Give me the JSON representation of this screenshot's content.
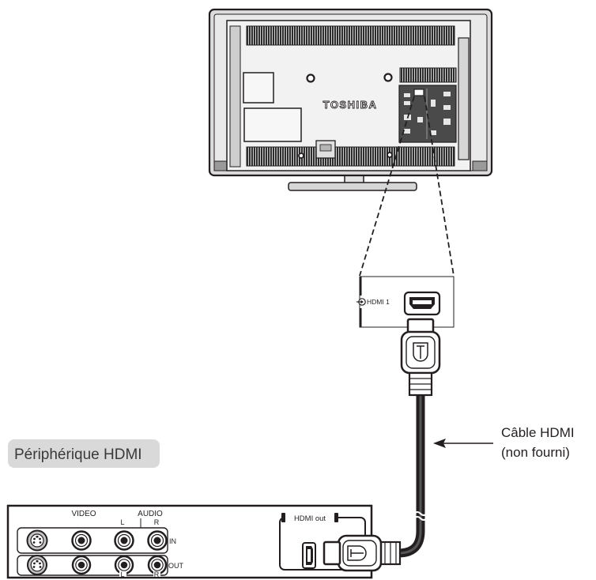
{
  "tv": {
    "brand": "TOSHIBA"
  },
  "port_callout": {
    "port_label": "HDMI 1",
    "icon": "input-icon"
  },
  "cable": {
    "label_line1": "Câble HDMI",
    "label_line2": "(non fourni)"
  },
  "device": {
    "title": "Périphérique HDMI",
    "video_label": "VIDEO",
    "audio_label": "AUDIO",
    "audio_left_top": "L",
    "audio_right_top": "R",
    "in_label": "IN",
    "out_label": "OUT",
    "audio_left_bottom": "L",
    "audio_right_bottom": "R",
    "hdmi_out_label": "HDMI out"
  },
  "colors": {
    "line": "#231f20",
    "title_badge": "#d9d9d9",
    "tv_body": "#dcdcdc"
  }
}
